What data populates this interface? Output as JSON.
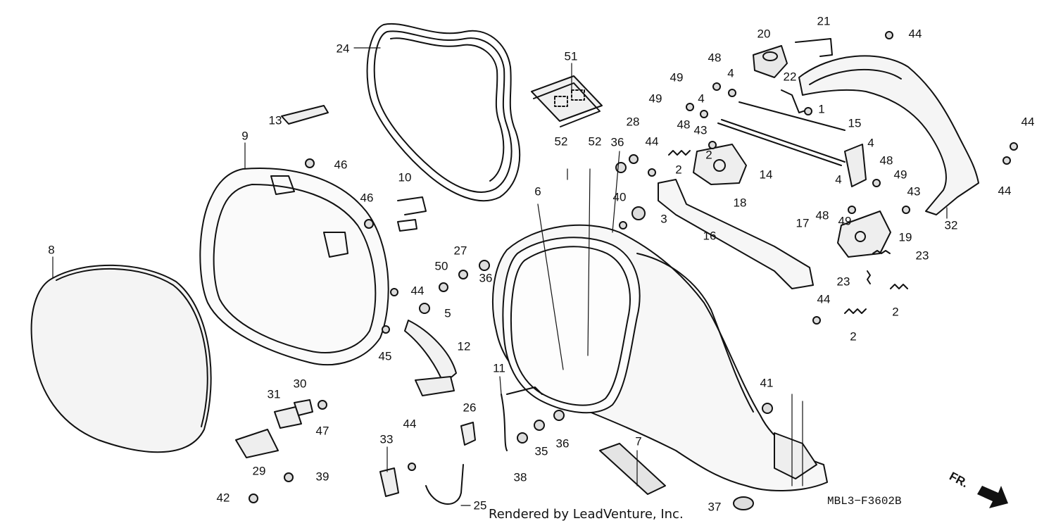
{
  "diagram": {
    "reference_code": "MBL3−F3602B",
    "credit": "Rendered by LeadVenture, Inc.",
    "direction_label": "FR.",
    "callouts": [
      "1",
      "2",
      "2",
      "2",
      "2",
      "3",
      "4",
      "4",
      "4",
      "4",
      "5",
      "6",
      "7",
      "8",
      "9",
      "10",
      "11",
      "12",
      "13",
      "14",
      "15",
      "16",
      "17",
      "18",
      "19",
      "20",
      "21",
      "22",
      "23",
      "23",
      "24",
      "25",
      "26",
      "27",
      "28",
      "29",
      "30",
      "31",
      "32",
      "33",
      "35",
      "36",
      "36",
      "36",
      "37",
      "38",
      "39",
      "40",
      "41",
      "42",
      "43",
      "43",
      "44",
      "44",
      "44",
      "44",
      "44",
      "44",
      "44",
      "45",
      "46",
      "46",
      "47",
      "48",
      "48",
      "48",
      "48",
      "49",
      "49",
      "49",
      "49",
      "50",
      "51",
      "52",
      "52"
    ]
  }
}
